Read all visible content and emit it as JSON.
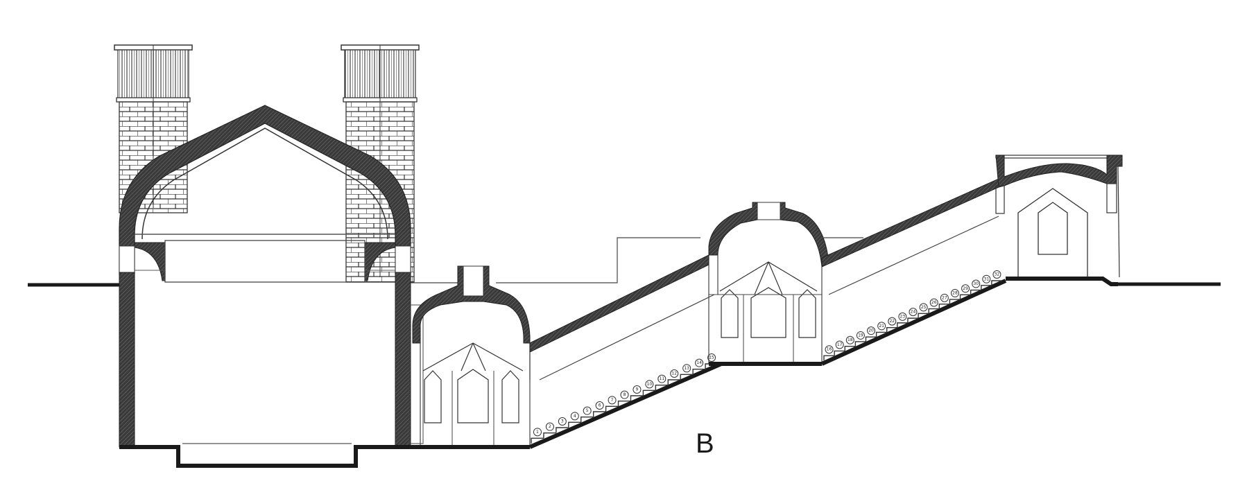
{
  "drawing": {
    "section_label": "B",
    "colors": {
      "ink": "#1a1a1a",
      "hatch": "#3a3a3a",
      "line": "#444444",
      "paper": "#ffffff"
    },
    "lower_flight": {
      "from": 1,
      "to": 15
    },
    "upper_flight": {
      "from": 16,
      "to": 32
    }
  }
}
